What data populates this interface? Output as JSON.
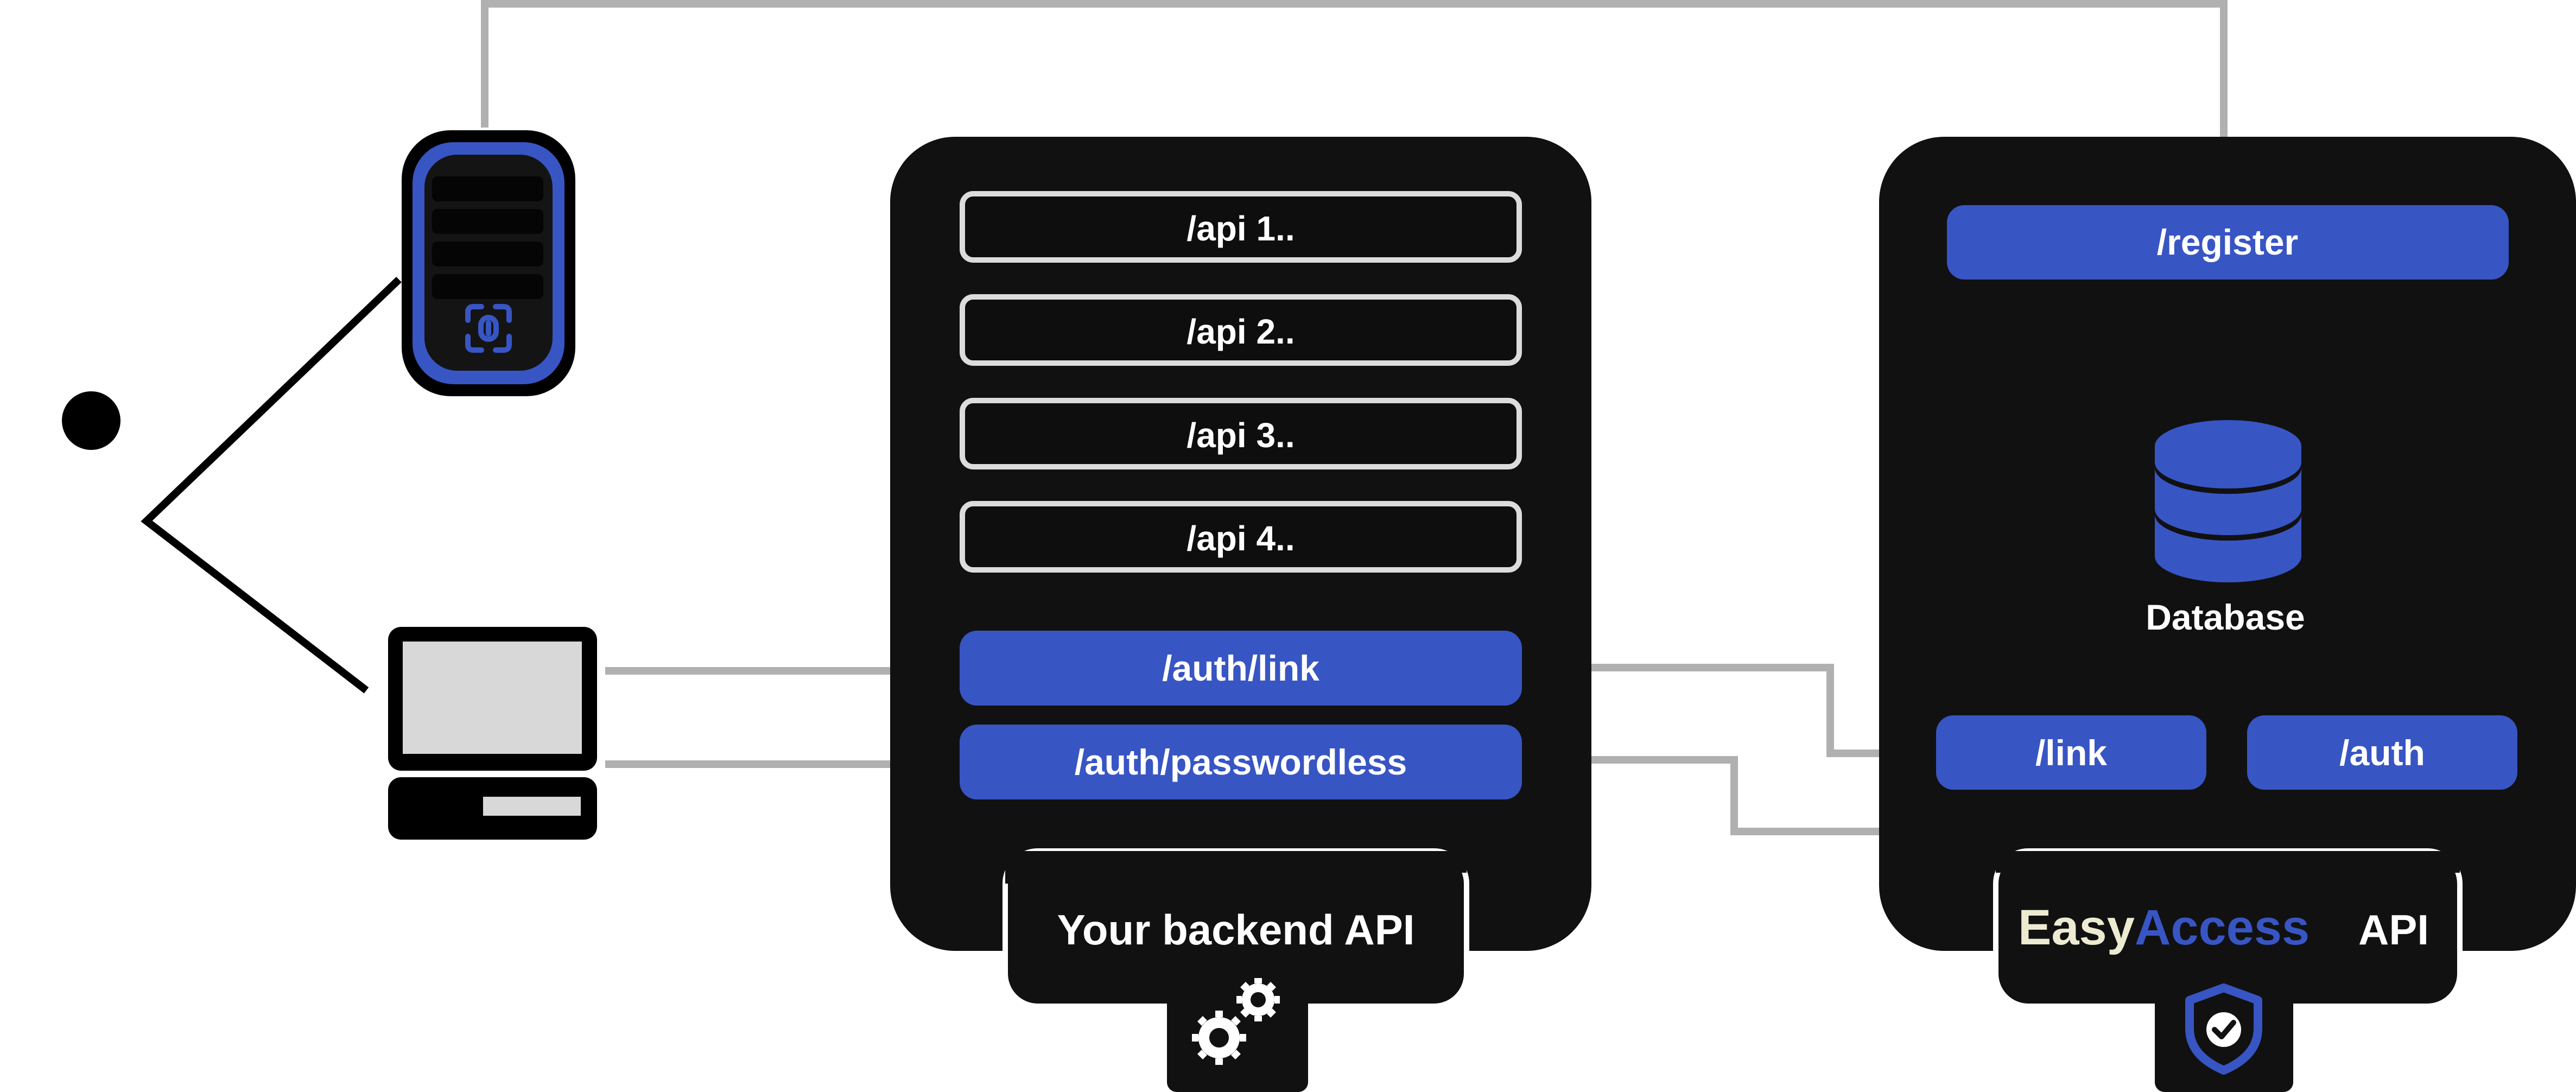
{
  "user_api": {
    "title": "Your backend API",
    "routes": [
      "/api 1..",
      "/api 2..",
      "/api 3..",
      "/api 4.."
    ],
    "auth_routes": [
      "/auth/link",
      "/auth/passwordless"
    ],
    "icon": "gears-icon"
  },
  "easyaccess": {
    "brand_easy": "Easy",
    "brand_access": "Access",
    "brand_suffix": "API",
    "register": "/register",
    "database": "Database",
    "link": "/link",
    "auth": "/auth",
    "icon": "shield-check-icon"
  },
  "clients": {
    "phone_icon": "phone-icon",
    "phone_badge_icon": "face-id-icon",
    "computer_icon": "desktop-computer-icon",
    "user_icon": "user-node-icon"
  },
  "colors": {
    "panel": "#111111",
    "accent": "#3855c4",
    "connector": "#b0b0b0",
    "text_light": "#ffffff",
    "brand_easy": "#ecebd2"
  }
}
